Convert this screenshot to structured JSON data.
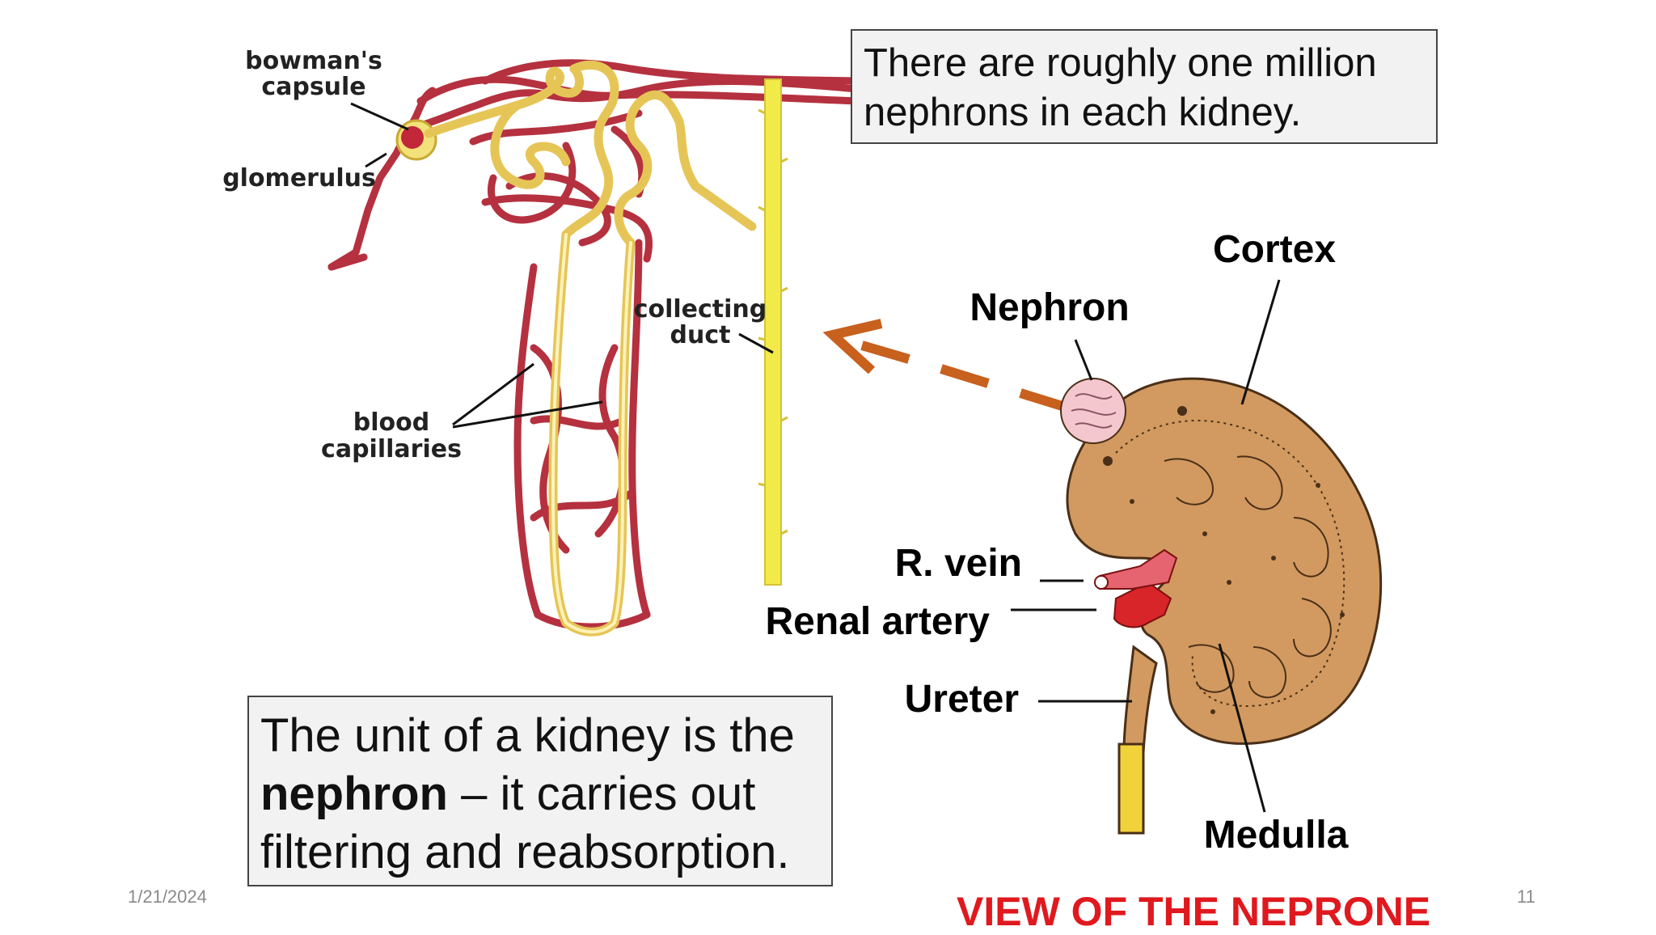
{
  "nephron_labels": {
    "bowmans_capsule_1": "bowman's",
    "bowmans_capsule_2": "capsule",
    "glomerulus": "glomerulus",
    "collecting_duct_1": "collecting",
    "collecting_duct_2": "duct",
    "blood_capillaries_1": "blood",
    "blood_capillaries_2": "capillaries"
  },
  "kidney_labels": {
    "cortex": "Cortex",
    "nephron": "Nephron",
    "r_vein": "R. vein",
    "renal_artery": "Renal artery",
    "ureter": "Ureter",
    "medulla": "Medulla"
  },
  "info_box_top": {
    "line1": "There are roughly one million",
    "line2": "nephrons in each kidney."
  },
  "info_box_bottom": {
    "line1": "The unit of a kidney is the",
    "bold_word": "nephron",
    "line2_rest": " – it carries out",
    "line3": "filtering and reabsorption."
  },
  "footer": {
    "date": "1/21/2024",
    "slide_number": "11",
    "title": "VIEW OF  THE NEPRONE"
  },
  "colors": {
    "blood_vessel": "#b5313f",
    "tubule": "#ecd96e",
    "collecting_duct": "#f2ea48",
    "kidney": "#d29a60",
    "arrow": "#c8601e",
    "title_red": "#e0191e"
  }
}
